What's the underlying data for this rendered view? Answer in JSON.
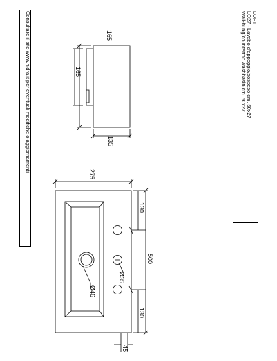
{
  "note_box": {
    "text": "Consultare il sito www.hidra.it per eventuali modifiche o aggiornamenti"
  },
  "product_box": {
    "line1": "LOFT",
    "line2": "LO27 - Lavabo d'appoggio/sospeso cm. 50x27",
    "line3": "Wall-hung/countertop washbasin cm. 50x27"
  },
  "side_view": {
    "dim_top": "165",
    "dim_left": "165",
    "dim_bottom": "135"
  },
  "plan_view": {
    "dim_width": "275",
    "dim_length": "500",
    "dim_tap_top": "130",
    "dim_tap_bottom": "130",
    "dim_tap_hole": "Ø35",
    "dim_drain": "Ø46",
    "dim_rim": "45"
  }
}
